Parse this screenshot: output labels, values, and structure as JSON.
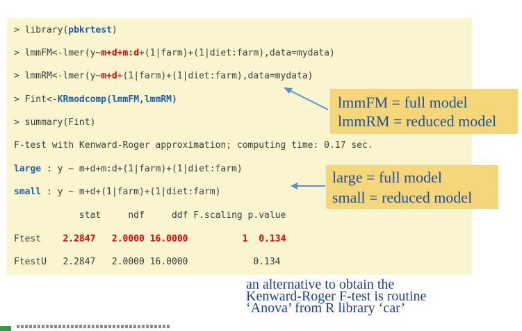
{
  "code": {
    "l1": {
      "prompt": "> ",
      "a": "library(",
      "b": "pbkrtest",
      "c": ")"
    },
    "l2": {
      "prompt": "> ",
      "a": "lmmFM<-lmer(y~",
      "b": "m+d+m:d",
      "c": "+(1|farm)+(1|diet:farm),data=mydata)"
    },
    "l3": {
      "prompt": "> ",
      "a": "lmmRM<-lmer(y~",
      "b": "m+d",
      "c": "+(1|farm)+(1|diet:farm),data=mydata)"
    },
    "l4": {
      "prompt": "> ",
      "a": "Fint<-",
      "b": "KRmodcomp(lmmFM,lmmRM)",
      "c": ""
    },
    "l5": {
      "prompt": "> ",
      "a": "summary(Fint)"
    },
    "l6": {
      "text": "F-test with Kenward-Roger approximation; computing time: 0.17 sec."
    },
    "l7": {
      "label": "large",
      "rest": " : y ~ m+d+m:d+(1|farm)+(1|diet:farm)"
    },
    "l8": {
      "label": "small",
      "rest": " : y ~ m+d+(1|farm)+(1|diet:farm)"
    },
    "header": "            stat     ndf     ddf F.scaling p.value",
    "ftest": {
      "name": "Ftest  ",
      "stat": "2.2847",
      "ndf": "2.0000",
      "ddf": "16.0000",
      "scaling": "1",
      "pvalue": "0.134"
    },
    "ftestu": {
      "line": "FtestU   2.2847   2.0000 16.0000            0.134"
    }
  },
  "callouts": {
    "c1": {
      "line1": "lmmFM = full model",
      "line2": "lmmRM = reduced model"
    },
    "c2": {
      "line1": "large = full model",
      "line2": "small = reduced model"
    }
  },
  "note": {
    "line1": "an alternative to obtain the",
    "line2": "Kenward-Roger F-test is routine",
    "line3": "‘Anova’ from R library ‘car’"
  },
  "colors": {
    "panel": "#fbf5cf",
    "callout": "#f5d679",
    "callout_text": "#1f4e9a",
    "highlight_red": "#e00000",
    "keyword_blue": "#1f5fa8",
    "footer_green": "#2e9e46"
  }
}
